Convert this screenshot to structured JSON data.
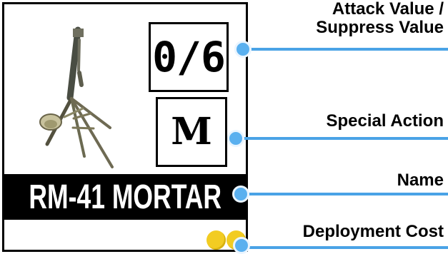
{
  "card": {
    "name": "RM-41 MORTAR",
    "attack_suppress": "0/6",
    "special_action": "M",
    "deployment_cost": 2,
    "coin_color": "#f2cc22",
    "image_icon": "mortar-icon"
  },
  "labels": {
    "attack_line_1": "Attack Value /",
    "attack_line_2": "Suppress Value",
    "special": "Special Action",
    "name": "Name",
    "cost": "Deployment Cost"
  },
  "colors": {
    "callout_line": "#4aa3e6",
    "callout_dot": "#5ab0ef",
    "card_border": "#000000",
    "name_bar": "#000000"
  }
}
